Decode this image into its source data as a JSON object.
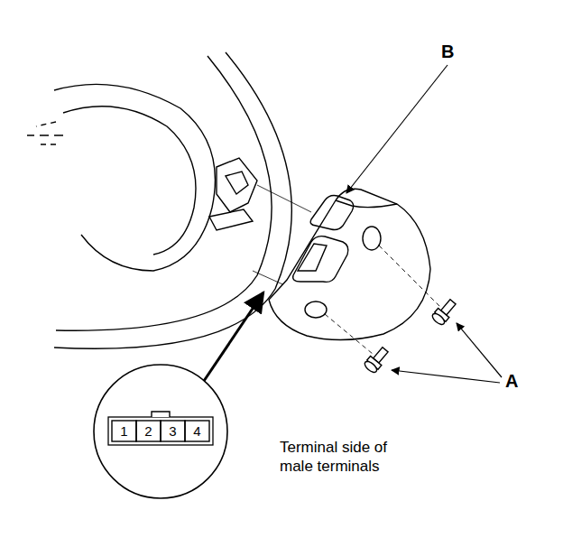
{
  "diagram": {
    "labels": [
      "B",
      "A",
      "1",
      "2",
      "3",
      "4",
      "Terminal side of male terminals"
    ]
  }
}
